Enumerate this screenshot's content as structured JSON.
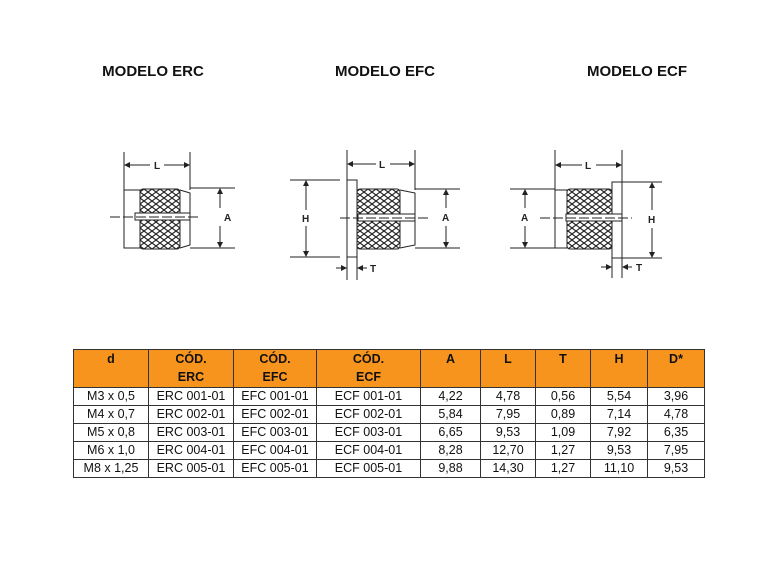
{
  "titles": {
    "erc": "MODELO ERC",
    "efc": "MODELO EFC",
    "ecf": "MODELO ECF"
  },
  "dimension_labels": {
    "L": "L",
    "A": "A",
    "H": "H",
    "T": "T"
  },
  "colors": {
    "header_bg": "#f7941d"
  },
  "table": {
    "headers": [
      {
        "line1": "d",
        "line2": ""
      },
      {
        "line1": "CÓD.",
        "line2": "ERC"
      },
      {
        "line1": "CÓD.",
        "line2": "EFC"
      },
      {
        "line1": "CÓD.",
        "line2": "ECF"
      },
      {
        "line1": "A",
        "line2": ""
      },
      {
        "line1": "L",
        "line2": ""
      },
      {
        "line1": "T",
        "line2": ""
      },
      {
        "line1": "H",
        "line2": ""
      },
      {
        "line1": "D*",
        "line2": ""
      }
    ],
    "rows": [
      [
        "M3 x 0,5",
        "ERC 001-01",
        "EFC 001-01",
        "ECF 001-01",
        "4,22",
        "4,78",
        "0,56",
        "5,54",
        "3,96"
      ],
      [
        "M4 x 0,7",
        "ERC 002-01",
        "EFC 002-01",
        "ECF 002-01",
        "5,84",
        "7,95",
        "0,89",
        "7,14",
        "4,78"
      ],
      [
        "M5 x 0,8",
        "ERC 003-01",
        "EFC 003-01",
        "ECF 003-01",
        "6,65",
        "9,53",
        "1,09",
        "7,92",
        "6,35"
      ],
      [
        "M6 x 1,0",
        "ERC 004-01",
        "EFC 004-01",
        "ECF 004-01",
        "8,28",
        "12,70",
        "1,27",
        "9,53",
        "7,95"
      ],
      [
        "M8 x 1,25",
        "ERC 005-01",
        "EFC 005-01",
        "ECF 005-01",
        "9,88",
        "14,30",
        "1,27",
        "11,10",
        "9,53"
      ]
    ]
  }
}
